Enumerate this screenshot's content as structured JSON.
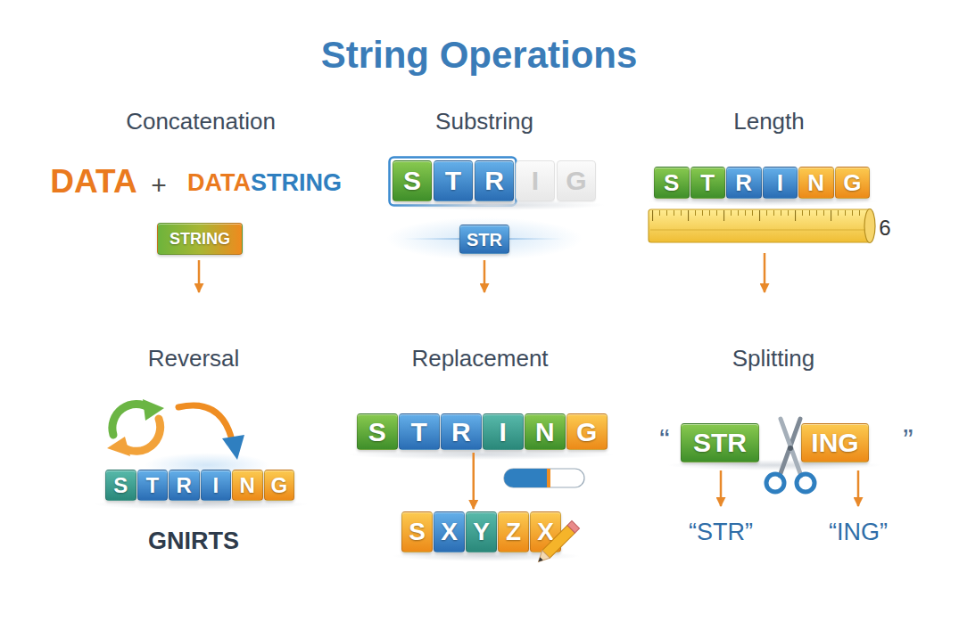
{
  "diagram": {
    "title": "String Operations",
    "nodes": [
      {
        "text": [
          "STRING"
        ]
      },
      {
        "text": [
          "S"
        ]
      },
      {
        "text": [
          "T"
        ]
      },
      {
        "text": [
          "R"
        ]
      },
      {
        "text": [
          "I"
        ]
      },
      {
        "text": [
          "G"
        ]
      },
      {
        "text": [
          "STR"
        ]
      },
      {
        "text": [
          "S"
        ]
      },
      {
        "text": [
          "T"
        ]
      },
      {
        "text": [
          "R"
        ]
      },
      {
        "text": [
          "I"
        ]
      },
      {
        "text": [
          "N"
        ]
      },
      {
        "text": [
          "G"
        ]
      },
      {
        "text": [
          "S"
        ]
      },
      {
        "text": [
          "T"
        ]
      },
      {
        "text": [
          "R"
        ]
      },
      {
        "text": [
          "I"
        ]
      },
      {
        "text": [
          "N"
        ]
      },
      {
        "text": [
          "G"
        ]
      },
      {
        "text": [
          "S"
        ]
      },
      {
        "text": [
          "T"
        ]
      },
      {
        "text": [
          "R"
        ]
      },
      {
        "text": [
          "I"
        ]
      },
      {
        "text": [
          "N"
        ]
      },
      {
        "text": [
          "G"
        ]
      },
      {
        "text": [
          "S"
        ]
      },
      {
        "text": [
          "X"
        ]
      },
      {
        "text": [
          "Y"
        ]
      },
      {
        "text": [
          "Z"
        ]
      },
      {
        "text": [
          "X"
        ]
      },
      {
        "text": [
          "STR"
        ]
      },
      {
        "text": [
          "ING"
        ]
      }
    ],
    "edges": [
      {
        "from": 21,
        "to": 27,
        "arrow": "to"
      }
    ],
    "labels": [
      "Concatenation",
      "DATA",
      "+",
      "DATA",
      "STRING",
      "Substring",
      "Length",
      "6",
      "Reversal",
      "GNIRTS",
      "Replacement",
      "Splitting",
      "“",
      "”",
      "“STR”",
      "“ING”"
    ]
  }
}
